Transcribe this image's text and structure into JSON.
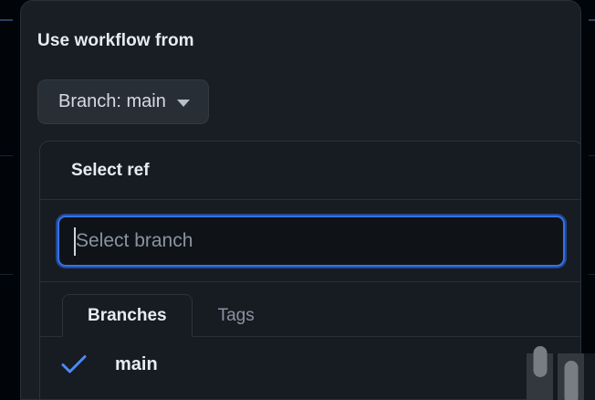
{
  "dialog": {
    "title": "Use workflow from",
    "branch_button": {
      "label": "Branch: main",
      "caret_icon": "chevron-down-icon"
    }
  },
  "ref_panel": {
    "header_title": "Select ref",
    "search": {
      "placeholder": "Select branch",
      "value": "",
      "focused": true
    },
    "tabs": [
      {
        "label": "Branches",
        "active": true
      },
      {
        "label": "Tags",
        "active": false
      }
    ],
    "items": [
      {
        "label": "main",
        "selected": true,
        "check_icon": "check-icon"
      }
    ]
  },
  "colors": {
    "accent_blue": "#3b71e8",
    "check_blue": "#4a8af4",
    "dialog_bg": "#191d24",
    "panel_bg": "#171b22",
    "page_bg": "#010409",
    "text_primary": "#e7ecf3",
    "text_muted": "#8b939e",
    "border": "#2d333b"
  },
  "scrollbars": {
    "vertical_outer": "scrollbar-vertical-outer",
    "vertical_inner": "scrollbar-vertical-inner"
  }
}
